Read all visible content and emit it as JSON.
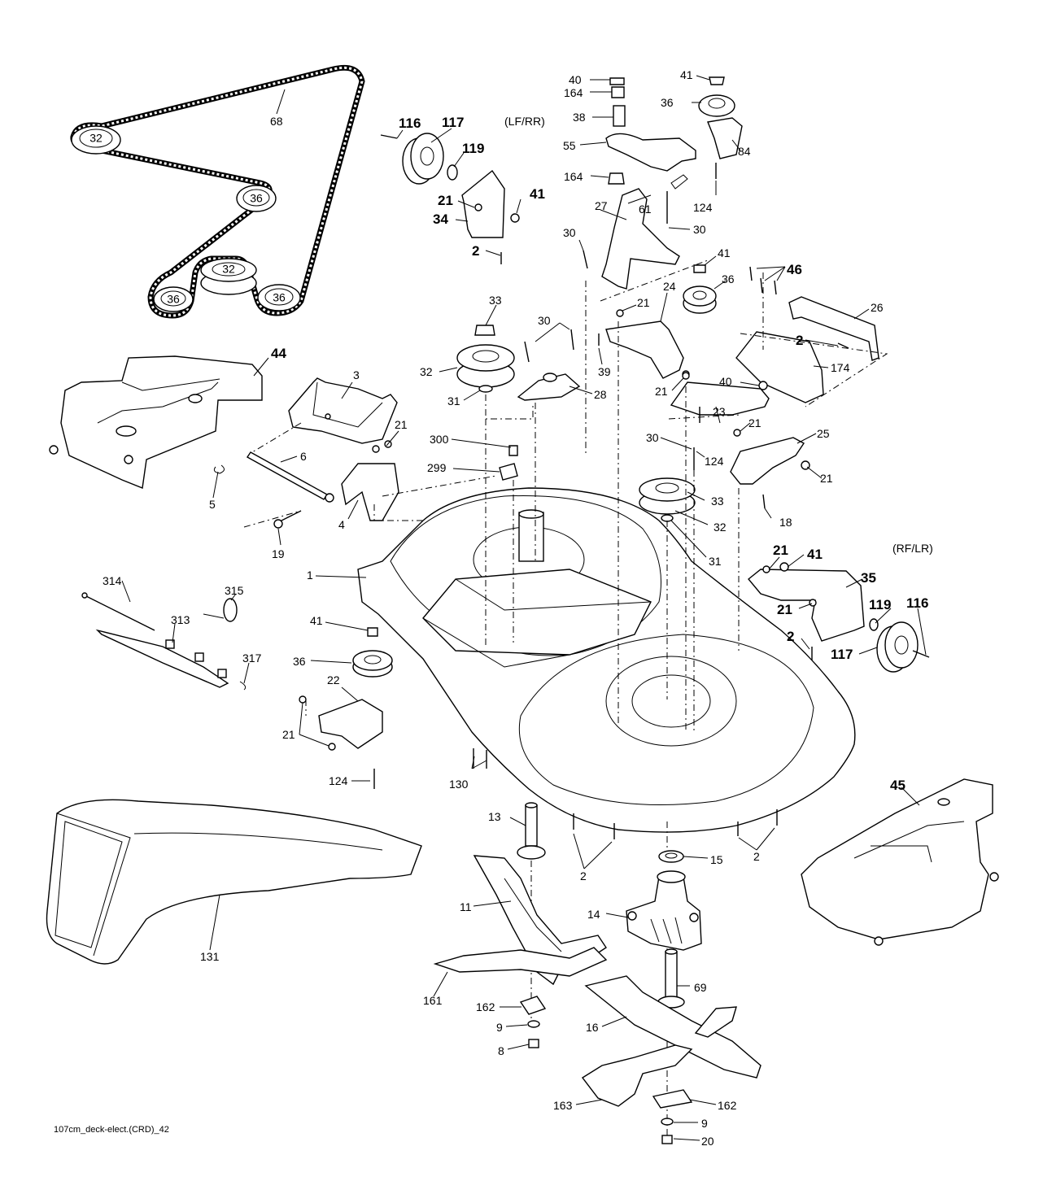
{
  "caption": "107cm_deck-elect.(CRD)_42",
  "orientation_labels": {
    "left": "(LF/RR)",
    "right": "(RF/LR)"
  },
  "belt_pulley_labels": [
    "32",
    "36",
    "32",
    "36",
    "36"
  ],
  "callouts": [
    {
      "label": "68",
      "bold": false
    },
    {
      "label": "116",
      "bold": true
    },
    {
      "label": "117",
      "bold": true
    },
    {
      "label": "119",
      "bold": true
    },
    {
      "label": "21",
      "bold": true
    },
    {
      "label": "41",
      "bold": true
    },
    {
      "label": "34",
      "bold": true
    },
    {
      "label": "2",
      "bold": true
    },
    {
      "label": "40",
      "bold": false
    },
    {
      "label": "164",
      "bold": false
    },
    {
      "label": "38",
      "bold": false
    },
    {
      "label": "55",
      "bold": false
    },
    {
      "label": "164",
      "bold": false
    },
    {
      "label": "27",
      "bold": false
    },
    {
      "label": "61",
      "bold": false
    },
    {
      "label": "30",
      "bold": false
    },
    {
      "label": "30",
      "bold": false
    },
    {
      "label": "41",
      "bold": false
    },
    {
      "label": "36",
      "bold": false
    },
    {
      "label": "84",
      "bold": false
    },
    {
      "label": "124",
      "bold": false
    },
    {
      "label": "41",
      "bold": false
    },
    {
      "label": "36",
      "bold": false
    },
    {
      "label": "46",
      "bold": false
    },
    {
      "label": "24",
      "bold": false
    },
    {
      "label": "21",
      "bold": false
    },
    {
      "label": "39",
      "bold": false
    },
    {
      "label": "26",
      "bold": false
    },
    {
      "label": "2",
      "bold": false
    },
    {
      "label": "174",
      "bold": false
    },
    {
      "label": "33",
      "bold": false
    },
    {
      "label": "30",
      "bold": false
    },
    {
      "label": "32",
      "bold": false
    },
    {
      "label": "31",
      "bold": false
    },
    {
      "label": "28",
      "bold": false
    },
    {
      "label": "21",
      "bold": false
    },
    {
      "label": "40",
      "bold": false
    },
    {
      "label": "23",
      "bold": false
    },
    {
      "label": "21",
      "bold": false
    },
    {
      "label": "25",
      "bold": false
    },
    {
      "label": "30",
      "bold": false
    },
    {
      "label": "124",
      "bold": false
    },
    {
      "label": "21",
      "bold": false
    },
    {
      "label": "18",
      "bold": false
    },
    {
      "label": "44",
      "bold": true
    },
    {
      "label": "3",
      "bold": false
    },
    {
      "label": "21",
      "bold": false
    },
    {
      "label": "6",
      "bold": false
    },
    {
      "label": "5",
      "bold": false
    },
    {
      "label": "4",
      "bold": false
    },
    {
      "label": "19",
      "bold": false
    },
    {
      "label": "300",
      "bold": false
    },
    {
      "label": "299",
      "bold": false
    },
    {
      "label": "33",
      "bold": false
    },
    {
      "label": "32",
      "bold": false
    },
    {
      "label": "31",
      "bold": false
    },
    {
      "label": "21",
      "bold": true
    },
    {
      "label": "41",
      "bold": true
    },
    {
      "label": "35",
      "bold": true
    },
    {
      "label": "21",
      "bold": true
    },
    {
      "label": "119",
      "bold": true
    },
    {
      "label": "116",
      "bold": true
    },
    {
      "label": "2",
      "bold": true
    },
    {
      "label": "117",
      "bold": true
    },
    {
      "label": "1",
      "bold": false
    },
    {
      "label": "314",
      "bold": false
    },
    {
      "label": "315",
      "bold": false
    },
    {
      "label": "313",
      "bold": false
    },
    {
      "label": "317",
      "bold": false
    },
    {
      "label": "41",
      "bold": false
    },
    {
      "label": "36",
      "bold": false
    },
    {
      "label": "22",
      "bold": false
    },
    {
      "label": "21",
      "bold": false
    },
    {
      "label": "124",
      "bold": false
    },
    {
      "label": "130",
      "bold": false
    },
    {
      "label": "45",
      "bold": true
    },
    {
      "label": "13",
      "bold": false
    },
    {
      "label": "2",
      "bold": false
    },
    {
      "label": "15",
      "bold": false
    },
    {
      "label": "2",
      "bold": false
    },
    {
      "label": "11",
      "bold": false
    },
    {
      "label": "14",
      "bold": false
    },
    {
      "label": "131",
      "bold": false
    },
    {
      "label": "161",
      "bold": false
    },
    {
      "label": "162",
      "bold": false
    },
    {
      "label": "9",
      "bold": false
    },
    {
      "label": "8",
      "bold": false
    },
    {
      "label": "69",
      "bold": false
    },
    {
      "label": "16",
      "bold": false
    },
    {
      "label": "163",
      "bold": false
    },
    {
      "label": "162",
      "bold": false
    },
    {
      "label": "9",
      "bold": false
    },
    {
      "label": "20",
      "bold": false
    }
  ]
}
